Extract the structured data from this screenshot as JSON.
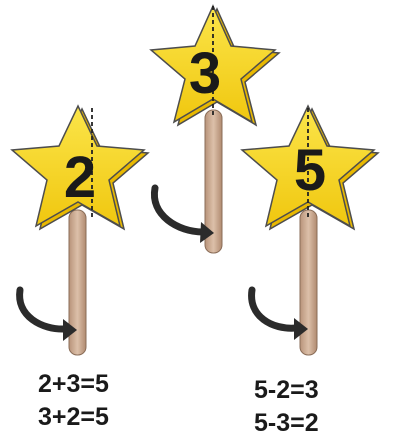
{
  "colors": {
    "star_fill": "#f2d21c",
    "star_back": "#e8b800",
    "star_outline": "#4d4d4d",
    "stick": "#c9a88e",
    "arrow": "#2b2b2b",
    "text": "#1a1a1a"
  },
  "icons": [
    "star-wand-icon",
    "curved-arrow-icon"
  ],
  "wands": [
    {
      "number": "2"
    },
    {
      "number": "3"
    },
    {
      "number": "5"
    }
  ],
  "equations": {
    "left": [
      "2+3=5",
      "3+2=5"
    ],
    "right": [
      "5-2=3",
      "5-3=2"
    ]
  }
}
